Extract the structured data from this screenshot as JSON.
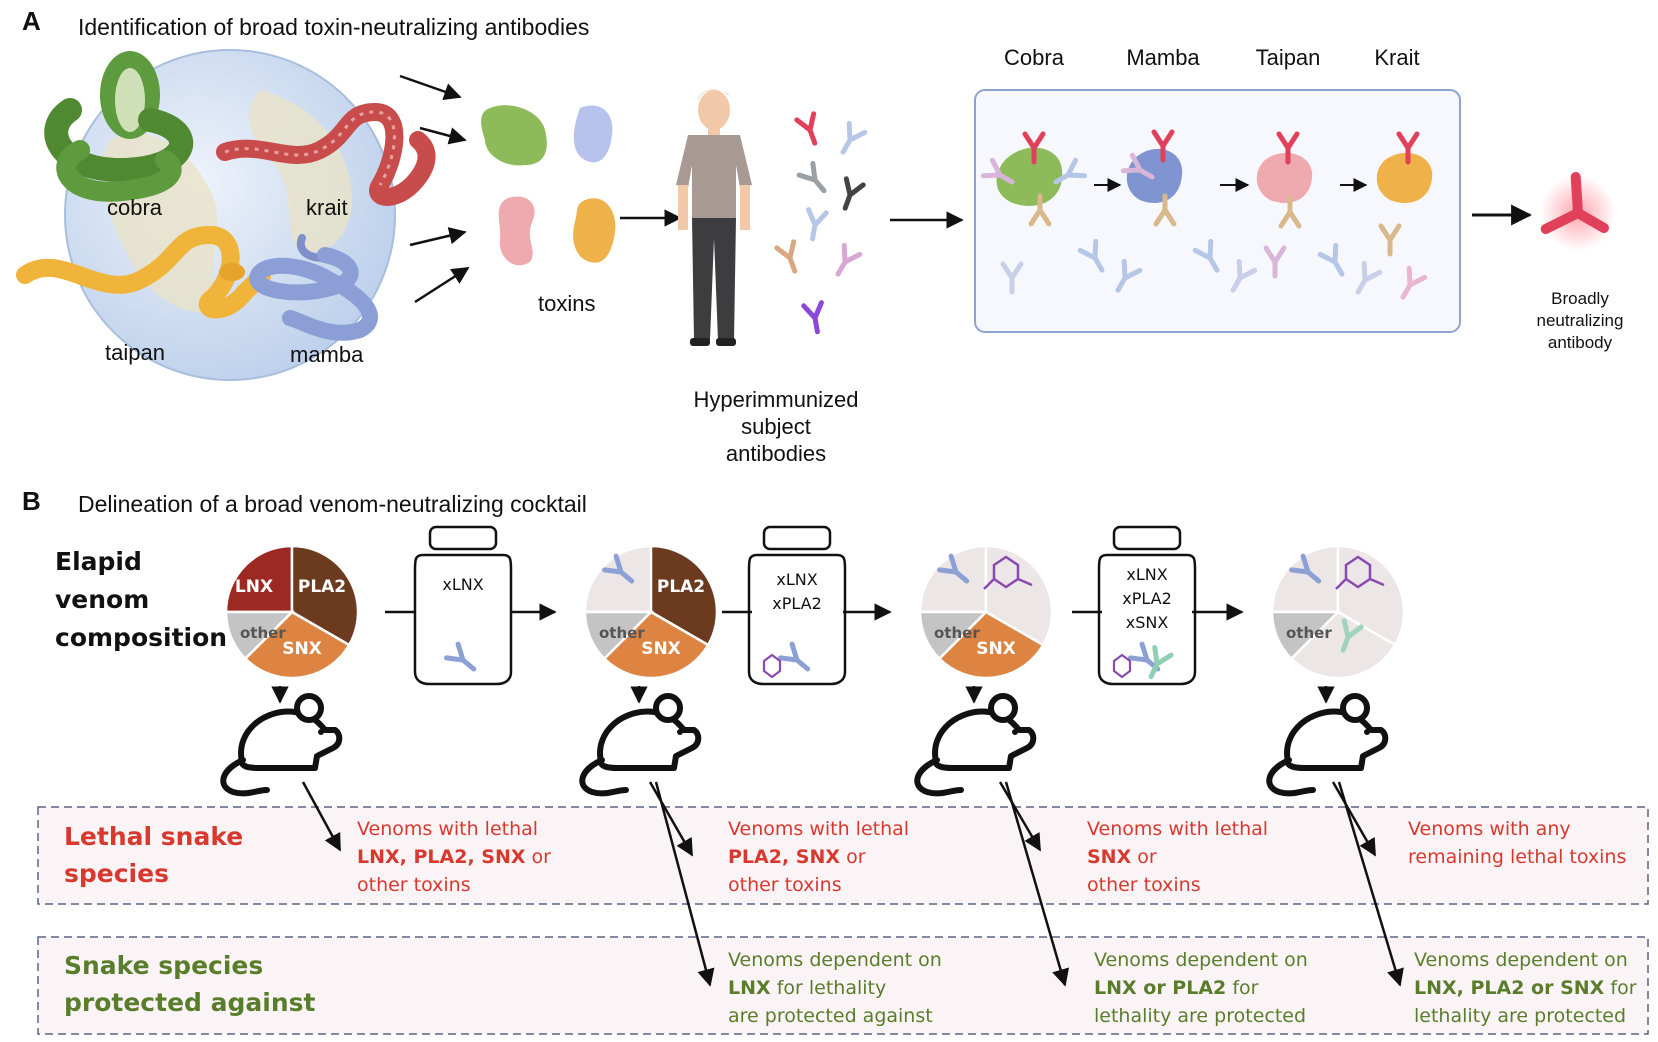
{
  "panel_a": {
    "letter": "A",
    "title": "Identification of broad toxin-neutralizing antibodies",
    "snakes": [
      "cobra",
      "krait",
      "taipan",
      "mamba"
    ],
    "toxins_label": "toxins",
    "subject_label": [
      "Hyperimmunized",
      "subject",
      "antibodies"
    ],
    "box_headers": [
      "Cobra",
      "Mamba",
      "Taipan",
      "Krait"
    ],
    "result_label": [
      "Broadly",
      "neutralizing",
      "antibody"
    ]
  },
  "panel_b": {
    "letter": "B",
    "title": "Delineation of a broad venom-neutralizing cocktail",
    "composition_label": [
      "Elapid",
      "venom",
      "composition"
    ],
    "pie_labels": {
      "lnx": "LNX",
      "pla2": "PLA2",
      "snx": "SNX",
      "other": "other"
    },
    "vials": [
      [
        "xLNX"
      ],
      [
        "xLNX",
        "xPLA2"
      ],
      [
        "xLNX",
        "xPLA2",
        "xSNX"
      ]
    ],
    "lethal_heading": [
      "Lethal snake",
      "species"
    ],
    "protected_heading": [
      "Snake species",
      "protected against"
    ],
    "lethal_texts": [
      {
        "l1": "Venoms with lethal",
        "l2b": "LNX, PLA2, SNX",
        "l2": " or",
        "l3": "other toxins"
      },
      {
        "l1": "Venoms with lethal",
        "l2b": "PLA2, SNX",
        "l2": " or",
        "l3": "other toxins"
      },
      {
        "l1": "Venoms with lethal",
        "l2b": "SNX",
        "l2": " or",
        "l3": "other toxins"
      },
      {
        "l1": "Venoms with any",
        "l2b": "",
        "l2": "remaining lethal toxins",
        "l3": ""
      }
    ],
    "protected_texts": [
      {
        "l1": "Venoms dependent on",
        "l2b": "LNX",
        "l2": " for lethality",
        "l3": "are protected against"
      },
      {
        "l1": "Venoms dependent on",
        "l2b": "LNX or PLA2",
        "l2": " for",
        "l3": "lethality are protected"
      },
      {
        "l1": "Venoms dependent on",
        "l2b": "LNX, PLA2 or SNX",
        "l2": " for",
        "l3": "lethality are protected"
      }
    ]
  },
  "colors": {
    "cobra": "#5e9a3e",
    "krait": "#c94c4c",
    "taipan": "#f0b43a",
    "mamba": "#8b9fd6",
    "lnx": "#9c2a22",
    "pla2": "#6b3a1f",
    "snx": "#de8443",
    "other": "#c4c4c4",
    "faded": "#ece6e6",
    "red": "#d8392f",
    "green": "#5a7d2c"
  }
}
